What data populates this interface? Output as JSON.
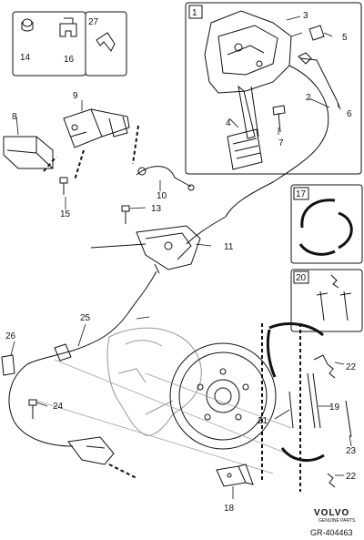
{
  "diagram": {
    "brand": "VOLVO",
    "brand_sub": "GENUINE PARTS",
    "reference_code": "GR-404463",
    "inset_labels": {
      "pedal": "1",
      "shoes": "17",
      "springs": "20",
      "clip": "27"
    },
    "part_labels": [
      "2",
      "3",
      "4",
      "5",
      "6",
      "7",
      "8",
      "9",
      "10",
      "11",
      "13",
      "14",
      "15",
      "16",
      "18",
      "19",
      "21",
      "22",
      "22",
      "23",
      "24",
      "25",
      "26"
    ]
  }
}
